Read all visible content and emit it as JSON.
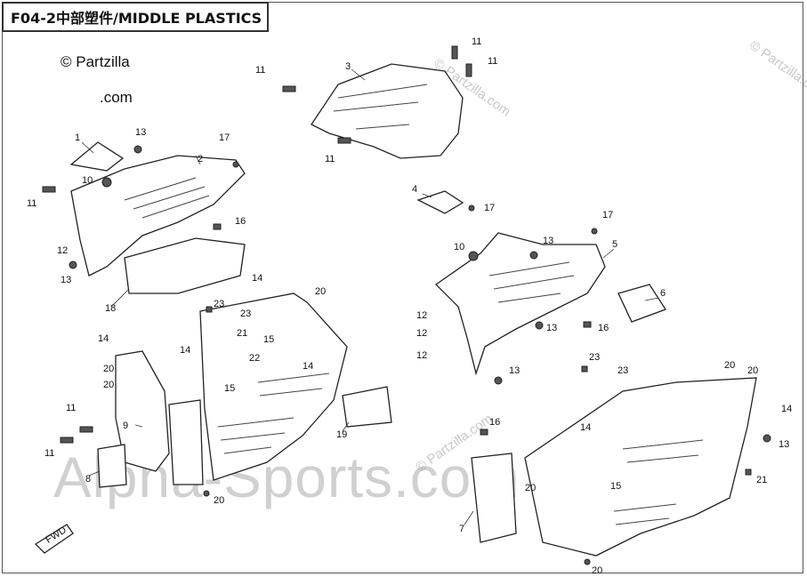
{
  "title": "F04-2中部塑件/MIDDLE PLASTICS",
  "copyright": {
    "symbol": "©",
    "line1": "Partzilla",
    "line2": ".com"
  },
  "watermarks": {
    "partzilla": "© Partzilla.com",
    "alpha": "Alpha-Sports.com"
  },
  "fwd_label": "FWD",
  "callouts": {
    "c1": "1",
    "c2": "2",
    "c3": "3",
    "c4": "4",
    "c5": "5",
    "c6": "6",
    "c7": "7",
    "c8": "8",
    "c9": "9",
    "c10a": "10",
    "c10b": "10",
    "c11": "11",
    "c12": "12",
    "c13": "13",
    "c14": "14",
    "c15": "15",
    "c16": "16",
    "c17": "17",
    "c18": "18",
    "c19": "19",
    "c20": "20",
    "c21": "21",
    "c22": "22",
    "c23": "23"
  }
}
